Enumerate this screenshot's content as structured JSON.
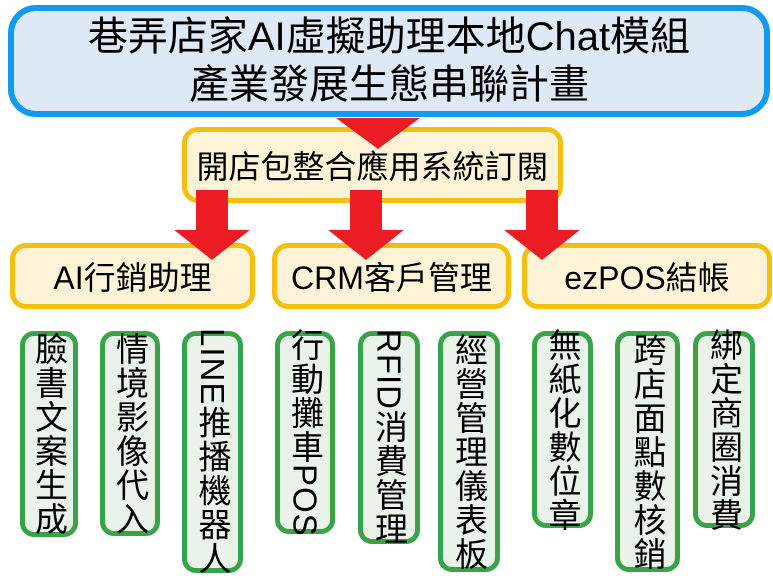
{
  "title": {
    "line1": "巷弄店家AI虛擬助理本地Chat模組",
    "line2": "產業發展生態串聯計畫"
  },
  "subscription_box": {
    "label": "開店包整合應用系統訂閱"
  },
  "modules": [
    {
      "label": "AI行銷助理",
      "features": [
        "臉書文案生成",
        "情境影像代入",
        "LINE推播機器人"
      ]
    },
    {
      "label": "CRM客戶管理",
      "features": [
        "行動攤車POS",
        "RFID消費管理",
        "經營管理儀表板"
      ]
    },
    {
      "label": "ezPOS結帳",
      "features": [
        "無紙化數位章",
        "跨店面點數核銷",
        "綁定商圈消費"
      ]
    }
  ],
  "icons": {
    "flow_arrows": "red-down-arrow-icon"
  },
  "colors": {
    "title_border": "#119bf0",
    "title_fill": "#dfe9f5",
    "yellow_border": "#f3c011",
    "yellow_fill": "#fdf4d8",
    "green_border": "#3aa349",
    "green_fill": "#e9f3e9",
    "arrow_red": "#ec1c24",
    "text": "#000000",
    "background": "#ffffff"
  }
}
